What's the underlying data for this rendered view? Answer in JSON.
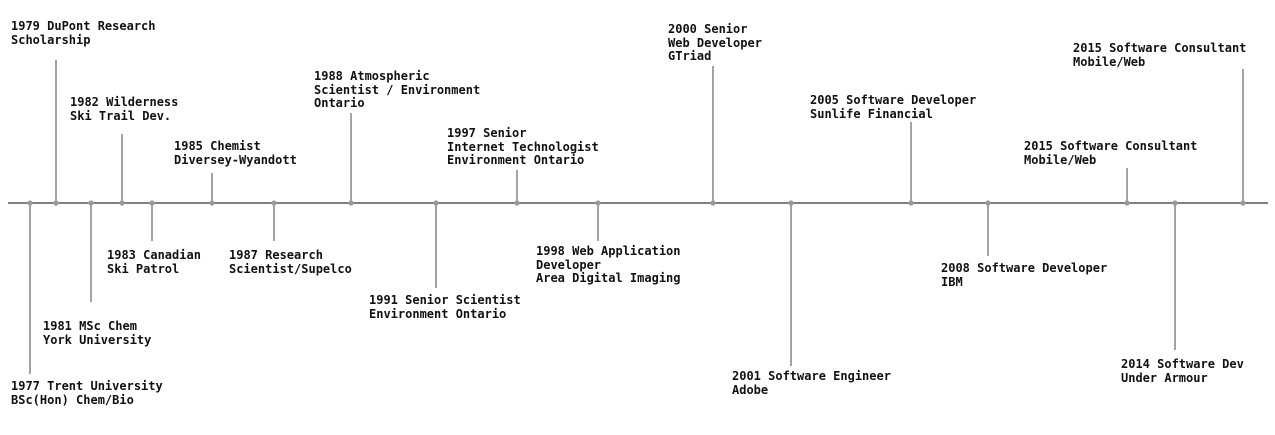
{
  "colors": {
    "axis": "#000000",
    "tick": "#666666",
    "dot": "#999999",
    "text": "#111111"
  },
  "events": [
    {
      "text": "1977 Trent University\nBSc(Hon) Chem/Bio",
      "side": "below"
    },
    {
      "text": "1979 DuPont Research\nScholarship",
      "side": "above"
    },
    {
      "text": "1981 MSc Chem\nYork University",
      "side": "below"
    },
    {
      "text": "1982 Wilderness\nSki Trail Dev.",
      "side": "above"
    },
    {
      "text": "1983 Canadian\nSki Patrol",
      "side": "below"
    },
    {
      "text": "1985 Chemist\nDiversey-Wyandott",
      "side": "above"
    },
    {
      "text": "1987 Research\nScientist/Supelco",
      "side": "below"
    },
    {
      "text": "1988 Atmospheric\nScientist / Environment\nOntario",
      "side": "above"
    },
    {
      "text": "1991 Senior Scientist\nEnvironment Ontario",
      "side": "below"
    },
    {
      "text": "1997 Senior\nInternet Technologist\nEnvironment Ontario",
      "side": "above"
    },
    {
      "text": "1998 Web Application\nDeveloper\nArea Digital Imaging",
      "side": "below"
    },
    {
      "text": "2000 Senior\nWeb Developer\nGTriad",
      "side": "above"
    },
    {
      "text": "2001 Software Engineer\nAdobe",
      "side": "below"
    },
    {
      "text": "2005 Software Developer\nSunlife Financial",
      "side": "above"
    },
    {
      "text": "2008 Software Developer\nIBM",
      "side": "below"
    },
    {
      "text": "2015 Software Consultant\nMobile/Web",
      "side": "above"
    },
    {
      "text": "2014 Software Dev\nUnder Armour",
      "side": "below"
    },
    {
      "text": "2015 Software Consultant\nMobile/Web",
      "side": "above"
    }
  ]
}
